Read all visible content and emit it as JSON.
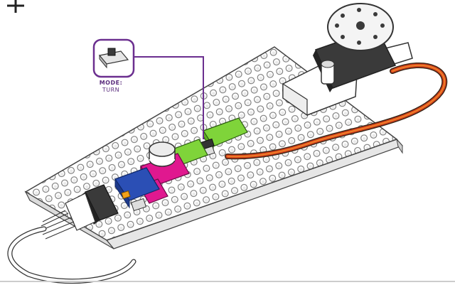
{
  "step_marker": "+",
  "callout": {
    "title": "MODE:",
    "value": "TURN",
    "accent_color": "#6b2f8f"
  },
  "modules": [
    {
      "name": "power",
      "color": "#2b4fb5"
    },
    {
      "name": "button",
      "color": "#e0188f"
    },
    {
      "name": "wire",
      "color": "#e0188f"
    },
    {
      "name": "servo-bit",
      "color": "#7fd43a"
    }
  ],
  "colors": {
    "board": "#ffffff",
    "board_line": "#555555",
    "servo_body": "#3a3a3a",
    "servo_cable_red": "#d9451e",
    "servo_cable_orange": "#f08a2a",
    "servo_cable_brown": "#3a2415"
  }
}
